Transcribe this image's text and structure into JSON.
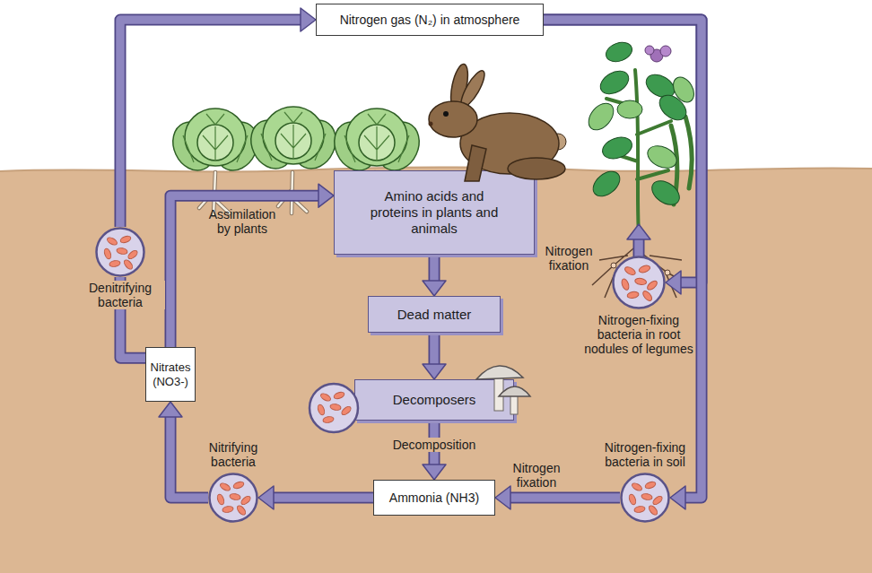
{
  "diagram": {
    "nodes": [
      {
        "text": [
          "Nitrogen gas (N₂) in atmosphere"
        ]
      },
      {
        "text": [
          "Denitrifying bacteria"
        ]
      },
      {
        "text": [
          "Amino acids and proteins in plants and animals"
        ]
      },
      {
        "text": [
          "Nitrogen-fixing bacteria in root nodules of legumes"
        ]
      },
      {
        "text": [
          "Dead matter"
        ]
      },
      {
        "text": [
          "Nitrates (NO3-)"
        ]
      },
      {
        "text": [
          "Decomposers"
        ]
      },
      {
        "text": [
          "Nitrifying bacteria"
        ]
      },
      {
        "text": [
          "Ammonia (NH3)"
        ]
      },
      {
        "text": [
          "Nitrogen-fixing bacteria in soil"
        ]
      }
    ],
    "edges": [
      {
        "from": 0,
        "to": 3,
        "arrow": "to"
      },
      {
        "from": 0,
        "to": 9,
        "arrow": "to"
      },
      {
        "from": 9,
        "to": 8,
        "label": "Nitrogen fixation",
        "arrow": "to"
      },
      {
        "from": 2,
        "to": 4,
        "arrow": "to"
      },
      {
        "from": 4,
        "to": 6,
        "arrow": "to"
      },
      {
        "from": 6,
        "to": 8,
        "label": "Decomposition",
        "arrow": "to"
      },
      {
        "from": 8,
        "to": 7,
        "arrow": "to"
      },
      {
        "from": 7,
        "to": 5,
        "arrow": "to"
      },
      {
        "from": 5,
        "to": 2,
        "label": "Assimilation by plants",
        "arrow": "to"
      },
      {
        "from": 5,
        "to": 1,
        "arrow": "none"
      },
      {
        "from": 1,
        "to": 0,
        "arrow": "to"
      }
    ],
    "labels": [
      "Nitrogen fixation"
    ]
  }
}
